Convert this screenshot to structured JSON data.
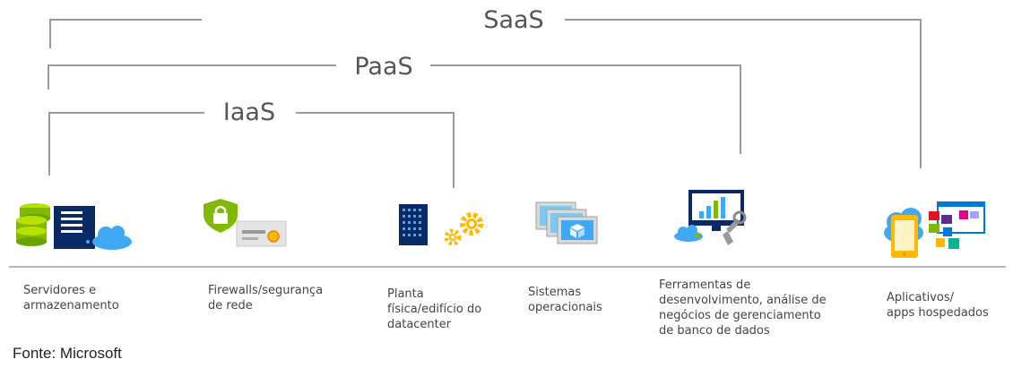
{
  "brackets": [
    {
      "id": "saas",
      "label": "SaaS"
    },
    {
      "id": "paas",
      "label": "PaaS"
    },
    {
      "id": "iaas",
      "label": "IaaS"
    }
  ],
  "items": [
    {
      "id": "servers",
      "label": "Servidores e\narmazenamento",
      "icon": "server-storage-cloud-icon"
    },
    {
      "id": "firewalls",
      "label": "Firewalls/segurança\nde rede",
      "icon": "lock-shield-card-icon"
    },
    {
      "id": "building",
      "label": "Planta\nfísica/edifício do\ndatacenter",
      "icon": "building-gears-icon"
    },
    {
      "id": "os",
      "label": "Sistemas\noperacionais",
      "icon": "stacked-windows-icon"
    },
    {
      "id": "devtools",
      "label": "Ferramentas de\ndesenvolvimento, análise de\nnegócios de gerenciamento\nde banco de dados",
      "icon": "monitor-chart-wrench-icon"
    },
    {
      "id": "apps",
      "label": "Aplicativos/\napps hospedados",
      "icon": "phone-apps-cloud-icon"
    }
  ],
  "source": "Fonte: Microsoft",
  "colors": {
    "line": "#9a9a9a",
    "accent": "#0078d4",
    "green": "#7fba00",
    "yellow": "#ffb900",
    "navy": "#0a2a66"
  }
}
